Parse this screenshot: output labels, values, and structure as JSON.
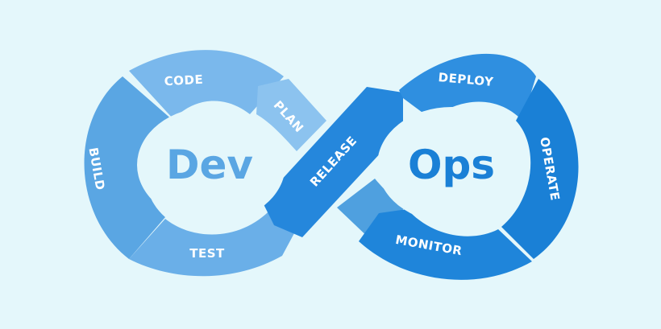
{
  "colors": {
    "background": "#e4f7fb",
    "dev_dark": "#4fa0df",
    "dev_light": "#7ab8ec",
    "ops_dark": "#1a80d6",
    "ops_mid": "#2f8fe0",
    "release": "#2587dc"
  },
  "center": {
    "dev": "Dev",
    "ops": "Ops"
  },
  "stages": {
    "code": "CODE",
    "plan": "PLAN",
    "build": "BUILD",
    "test": "TEST",
    "release": "RELEASE",
    "deploy": "DEPLOY",
    "operate": "OPERATE",
    "monitor": "MONITOR"
  }
}
